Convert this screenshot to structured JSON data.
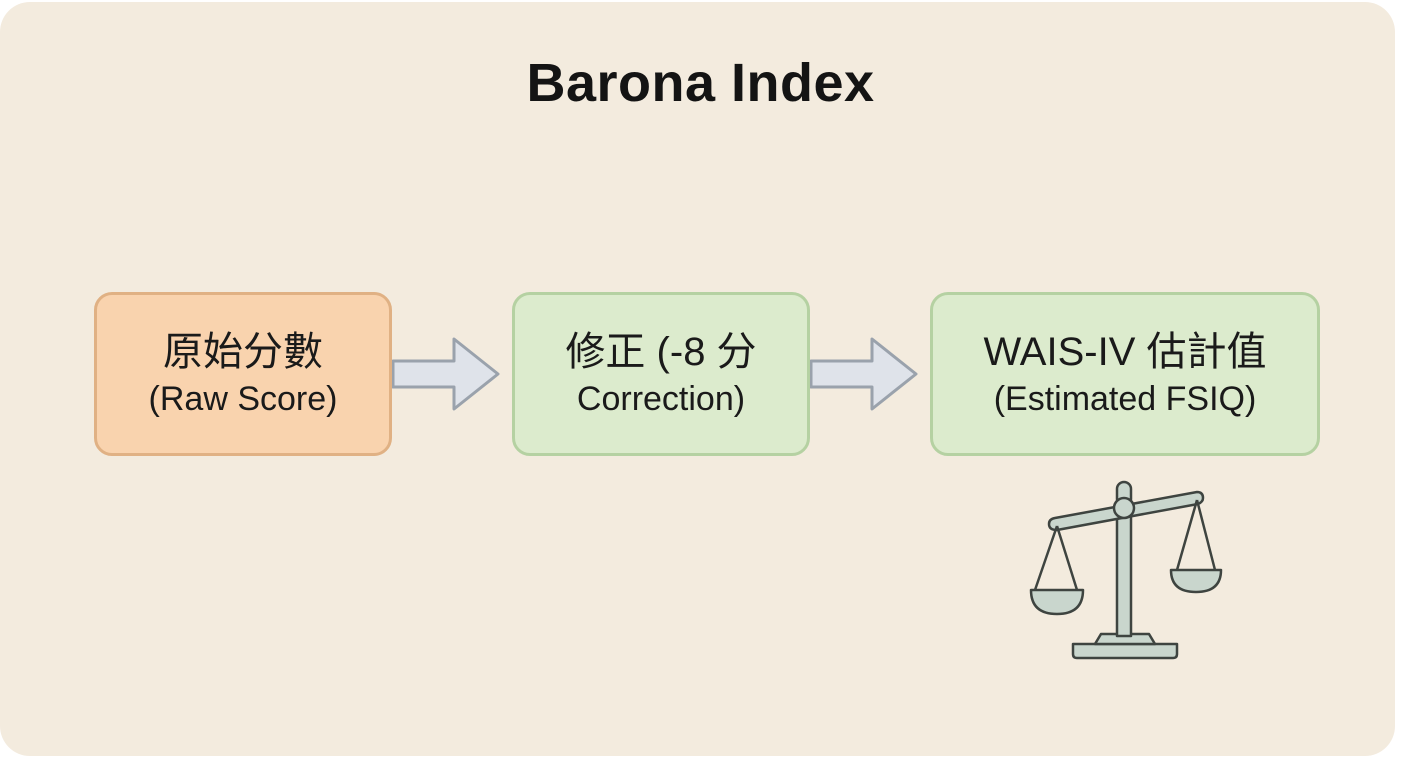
{
  "title": "Barona Index",
  "steps": [
    {
      "line1": "原始分數",
      "line2": "(Raw Score)",
      "color": "#f9d3ae"
    },
    {
      "line1": "修正 (-8 分",
      "line2": "Correction)",
      "color": "#dcebcd"
    },
    {
      "line1": "WAIS-IV 估計值",
      "line2": "(Estimated FSIQ)",
      "color": "#dcebcd"
    }
  ],
  "icons": {
    "arrow": "right-arrow-icon",
    "scale": "balance-scale-icon"
  },
  "colors": {
    "background": "#f3ebde",
    "arrow_fill": "#dfe3ea",
    "arrow_stroke": "#9aa2ac",
    "scale_fill": "#c9d6cd",
    "scale_stroke": "#3e4440"
  }
}
